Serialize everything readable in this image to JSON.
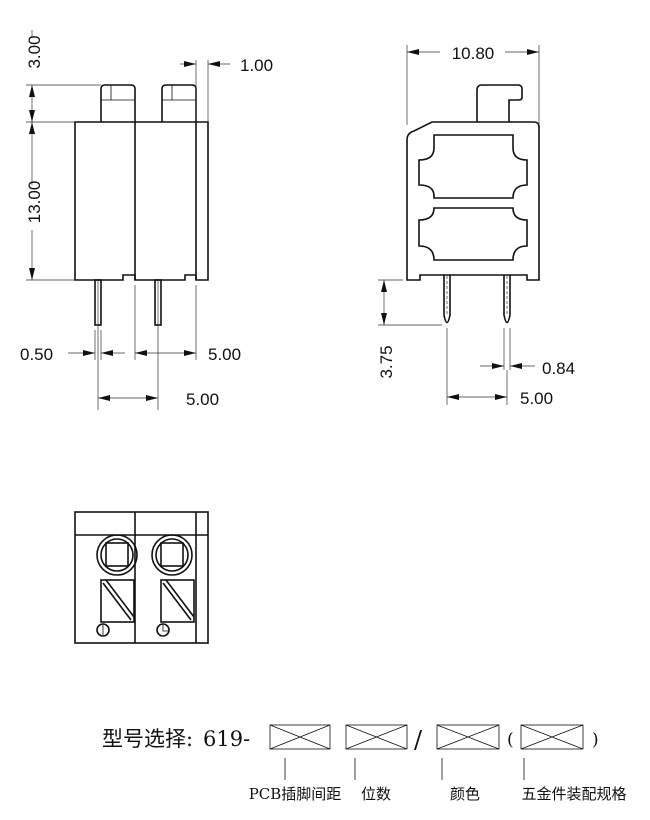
{
  "front_view": {
    "dim_top": "3.00",
    "dim_height": "13.00",
    "dim_wall": "1.00",
    "dim_pin": "0.50",
    "dim_pitch_right": "5.00",
    "dim_pitch_bottom": "5.00"
  },
  "side_view": {
    "dim_width": "10.80",
    "dim_pin_length": "3.75",
    "dim_pin_width": "0.84",
    "dim_pitch": "5.00"
  },
  "model_selection": {
    "label": "型号选择:",
    "prefix": "619-",
    "separator": "/",
    "open_paren": "(",
    "close_paren": ")",
    "fields": [
      {
        "label": "PCB插脚间距"
      },
      {
        "label": "位数"
      },
      {
        "label": "颜色"
      },
      {
        "label": "五金件装配规格"
      }
    ]
  }
}
